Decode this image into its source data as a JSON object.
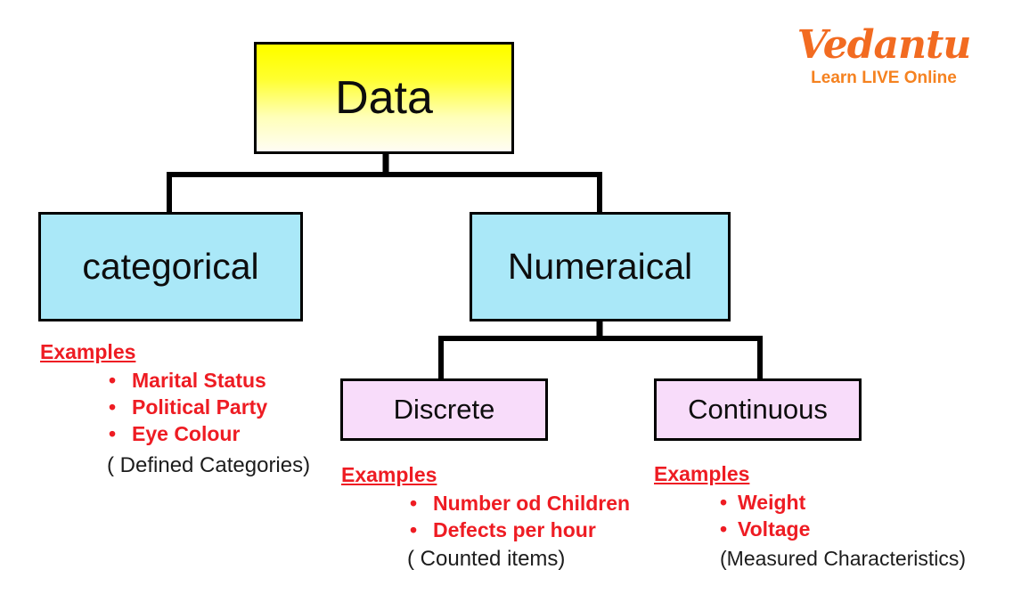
{
  "diagram": {
    "root": {
      "label": "Data"
    },
    "level1": [
      {
        "label": "categorical"
      },
      {
        "label": "Numeraical"
      }
    ],
    "level2": [
      {
        "label": "Discrete"
      },
      {
        "label": "Continuous"
      }
    ]
  },
  "examples": {
    "categorical": {
      "heading": "Examples",
      "items": [
        "Marital Status",
        "Political Party",
        "Eye Colour"
      ],
      "note": "( Defined Categories)"
    },
    "discrete": {
      "heading": "Examples",
      "items": [
        "Number od Children",
        "Defects per hour"
      ],
      "note": "( Counted items)"
    },
    "continuous": {
      "heading": "Examples",
      "items": [
        "Weight",
        "Voltage"
      ],
      "note": "(Measured Characteristics)"
    }
  },
  "logo": {
    "brand": "Vedantu",
    "tagline": "Learn LIVE Online"
  },
  "colors": {
    "root_fill_top": "#ffff00",
    "root_fill_bottom": "#ffffff",
    "level1_fill": "#aae8f8",
    "level2_fill": "#f8dcfa",
    "box_border": "#000000",
    "connector": "#000000",
    "example_red": "#ee1c23",
    "note_black": "#1c1c1c",
    "brand_orange": "#f26b21",
    "tagline_orange": "#f58220"
  }
}
